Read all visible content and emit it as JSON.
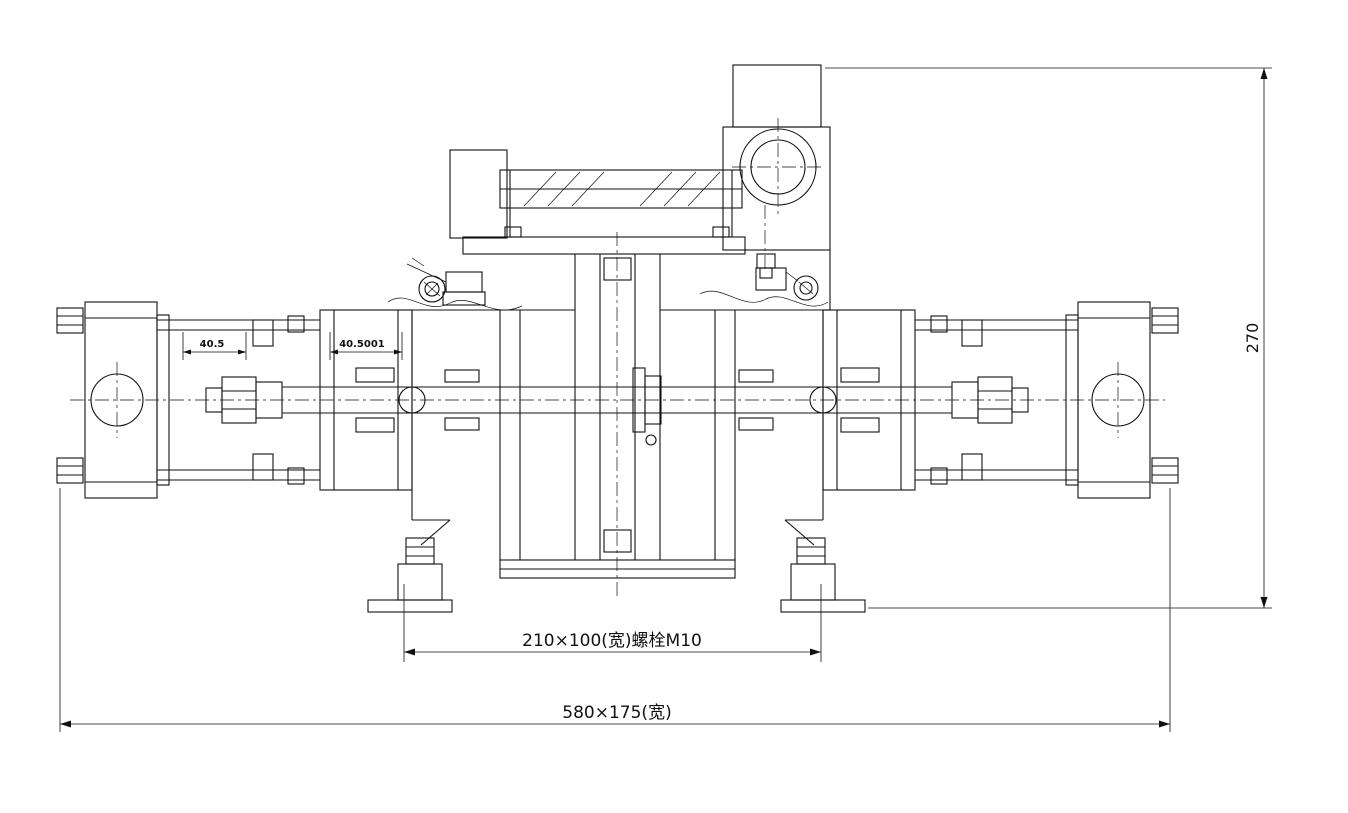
{
  "page": {
    "background": "#ffffff"
  },
  "drawing": {
    "line_color": "#111111",
    "dimensions": {
      "height": {
        "label": "270"
      },
      "bolt_span": {
        "label": "210×100(宽)螺栓M10"
      },
      "overall": {
        "label": "580×175(宽)"
      },
      "left_spacing": {
        "label": "40.5"
      },
      "right_spacing": {
        "label": "40.5001"
      }
    }
  }
}
